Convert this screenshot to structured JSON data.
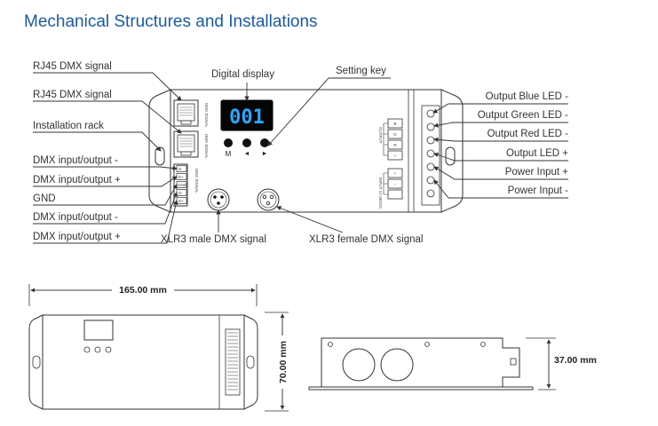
{
  "title": "Mechanical Structures and Installations",
  "labels": {
    "rj45_top": "RJ45 DMX signal",
    "rj45_bottom": "RJ45 DMX signal",
    "installation_rack": "Installation rack",
    "dmx_io_minus_1": "DMX input/output -",
    "dmx_io_plus_1": "DMX input/output +",
    "gnd": "GND",
    "dmx_io_minus_2": "DMX input/output -",
    "dmx_io_plus_2": "DMX input/output +",
    "digital_display": "Digital display",
    "setting_key": "Setting key",
    "xlr3_male": "XLR3 male DMX signal",
    "xlr3_female": "XLR3 female DMX signal",
    "out_blue": "Output Blue LED -",
    "out_green": "Output Green LED -",
    "out_red": "Output Red LED -",
    "out_led_plus": "Output LED +",
    "power_plus": "Power Input +",
    "power_minus": "Power Input -"
  },
  "display": {
    "value": "001"
  },
  "keys": {
    "m": "M",
    "left": "◄",
    "right": "►"
  },
  "dimensions": {
    "length": "165.00 mm",
    "width": "70.00 mm",
    "height": "37.00 mm"
  },
  "device_text": {
    "rj45_port_top": "DMX SIGNAL",
    "rj45_port_bottom": "DMX SIGNAL",
    "xlr_side": "DMX SIGNAL",
    "output_group": "OUTPUT",
    "input_group": "INPUT 12-36VDC",
    "term_d_minus_1": "D-",
    "term_d_plus_1": "D+",
    "term_gnd": "GND",
    "term_d_minus_2": "D-",
    "term_d_plus_2": "D+",
    "term_b": "B",
    "term_g": "G",
    "term_r": "R",
    "term_plus_1": "+",
    "term_plus_2": "+",
    "term_minus": "−"
  }
}
